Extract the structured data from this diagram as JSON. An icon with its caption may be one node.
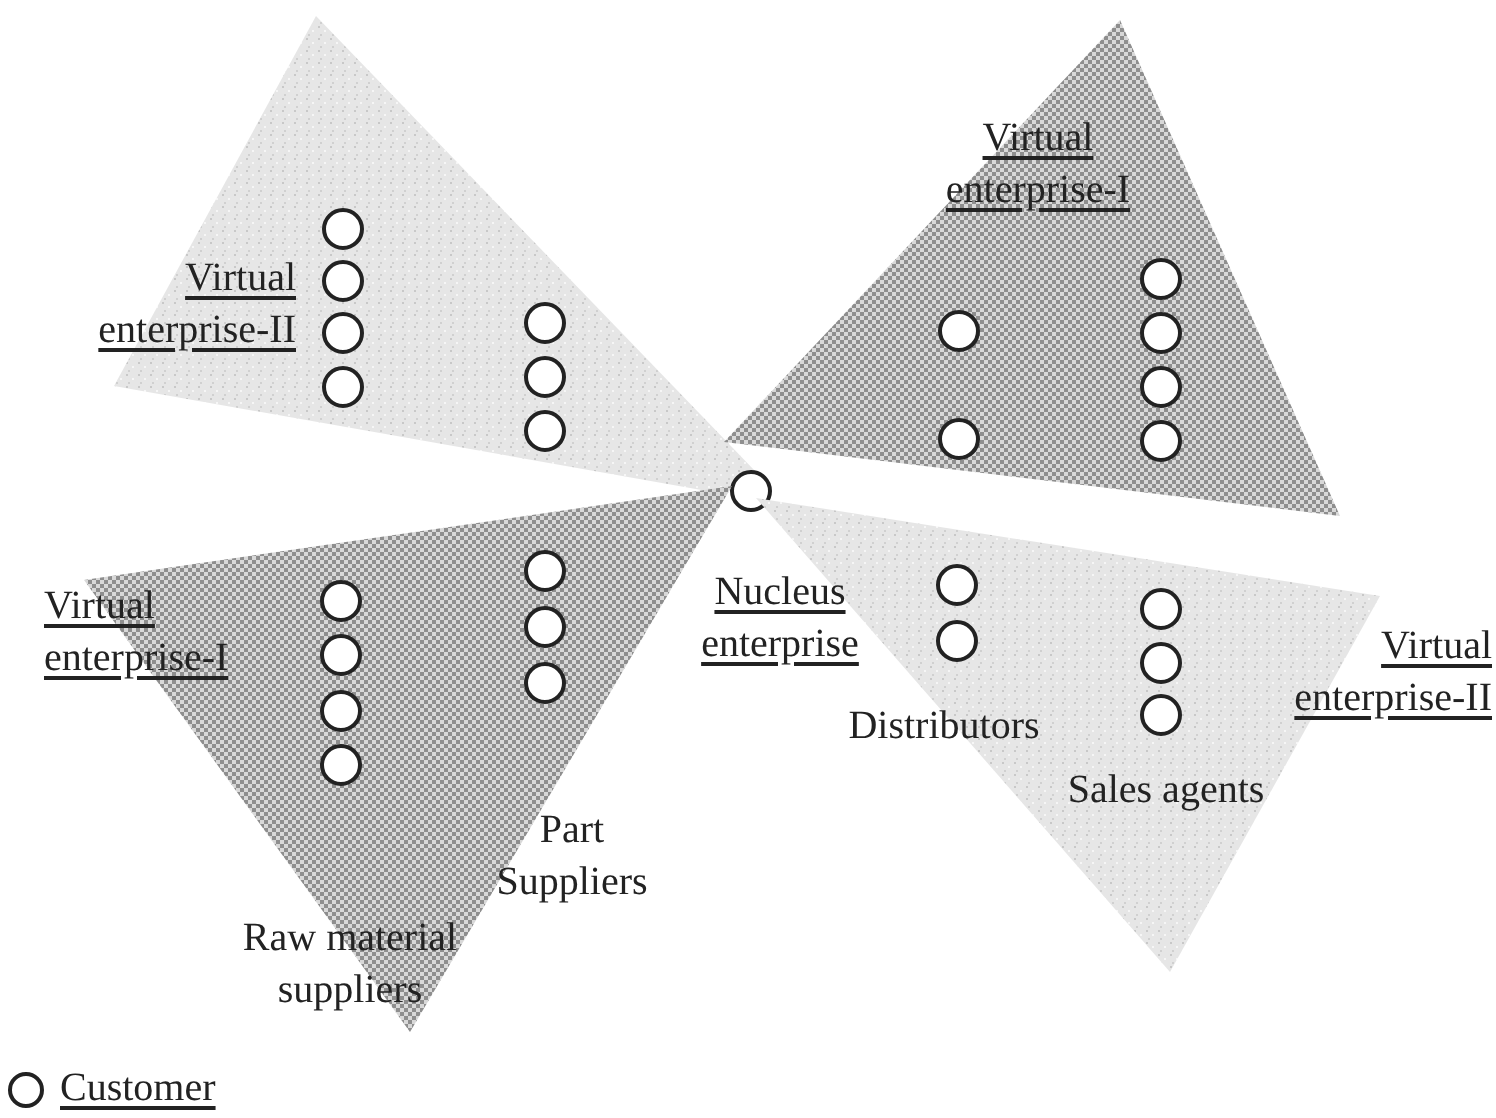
{
  "diagram": {
    "nodes": [
      {
        "text": [
          "Virtual enterprise-II"
        ]
      },
      {
        "text": [],
        "shape": "circle",
        "in": 0
      },
      {
        "text": [],
        "shape": "circle",
        "in": 0
      },
      {
        "text": [],
        "shape": "circle",
        "in": 0
      },
      {
        "text": [],
        "shape": "circle",
        "in": 0
      },
      {
        "text": [],
        "shape": "circle",
        "in": 0
      },
      {
        "text": [],
        "shape": "circle",
        "in": 0
      },
      {
        "text": [],
        "shape": "circle",
        "in": 0
      },
      {
        "text": [
          "Virtual enterprise-I"
        ]
      },
      {
        "text": [],
        "shape": "circle",
        "in": 8
      },
      {
        "text": [],
        "shape": "circle",
        "in": 8
      },
      {
        "text": [],
        "shape": "circle",
        "in": 8
      },
      {
        "text": [],
        "shape": "circle",
        "in": 8
      },
      {
        "text": [],
        "shape": "circle",
        "in": 8
      },
      {
        "text": [],
        "shape": "circle",
        "in": 8
      },
      {
        "text": [],
        "shape": "circle",
        "beside": [
          "Nucleus enterprise"
        ]
      },
      {
        "text": [
          "Virtual enterprise-I",
          "Part Suppliers",
          "Raw material suppliers"
        ]
      },
      {
        "text": [],
        "shape": "circle",
        "in": 16
      },
      {
        "text": [],
        "shape": "circle",
        "in": 16
      },
      {
        "text": [],
        "shape": "circle",
        "in": 16
      },
      {
        "text": [],
        "shape": "circle",
        "in": 16
      },
      {
        "text": [],
        "shape": "circle",
        "in": 16
      },
      {
        "text": [],
        "shape": "circle",
        "in": 16
      },
      {
        "text": [],
        "shape": "circle",
        "in": 16
      },
      {
        "text": [
          "Virtual enterprise-II",
          "Distributors",
          "Sales agents"
        ]
      },
      {
        "text": [],
        "shape": "circle",
        "in": 24
      },
      {
        "text": [],
        "shape": "circle",
        "in": 24
      },
      {
        "text": [],
        "shape": "circle",
        "in": 24
      },
      {
        "text": [],
        "shape": "circle",
        "in": 24
      },
      {
        "text": [],
        "shape": "circle",
        "in": 24
      }
    ],
    "legend": [
      {
        "text": "Customer"
      }
    ]
  }
}
